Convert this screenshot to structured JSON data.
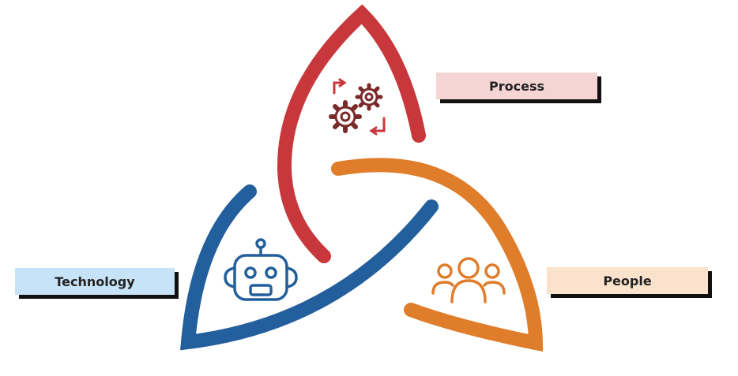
{
  "labels": {
    "process": "Process",
    "technology": "Technology",
    "people": "People"
  },
  "colors": {
    "process": "#c8373b",
    "technology": "#235f9c",
    "people": "#e07d2b",
    "process_box": "#f5d4d4",
    "technology_box": "#c7e3f7",
    "people_box": "#fbe2cc",
    "process_icon": "#7a2a2a"
  },
  "icons": {
    "process": "gears-icon",
    "technology": "robot-icon",
    "people": "people-group-icon"
  }
}
